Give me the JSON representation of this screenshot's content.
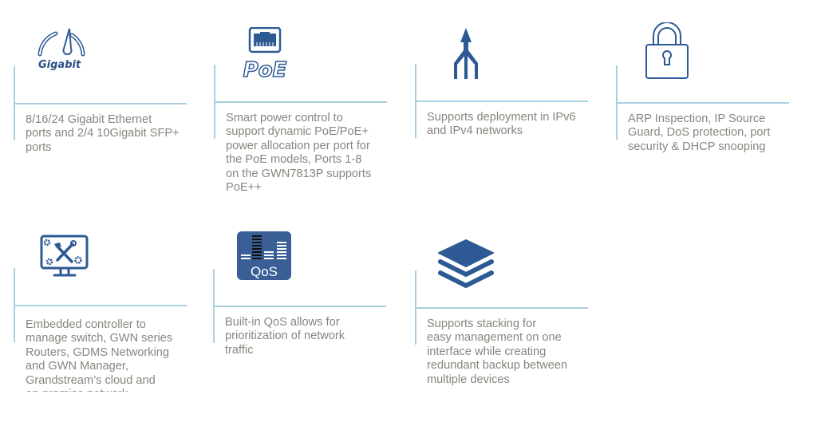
{
  "accent_color": "#2d5a94",
  "line_color": "#a9cfe0",
  "text_color": "#8a847e",
  "features": [
    {
      "icon": "gigabit-gauge-icon",
      "icon_label": "Gigabit",
      "text": "8/16/24 Gigabit Ethernet\nports and 2/4 10Gigabit SFP+\nports"
    },
    {
      "icon": "poe-icon",
      "icon_label": "PoE",
      "text": "Smart power control to\nsupport dynamic PoE/PoE+\npower allocation per port for\nthe PoE models, Ports 1-8\non the GWN7813P supports\nPoE++"
    },
    {
      "icon": "ipv6-arrow-icon",
      "text": "Supports deployment in IPv6\nand IPv4 networks"
    },
    {
      "icon": "lock-icon",
      "text": "ARP Inspection, IP Source\nGuard, DoS protection, port\nsecurity & DHCP snooping"
    },
    {
      "icon": "monitor-tools-icon",
      "text": "Embedded controller to\nmanage switch, GWN series\nRouters, GDMS Networking\nand GWN Manager,\nGrandstream’s cloud and\non-premise network"
    },
    {
      "icon": "qos-icon",
      "icon_label": "QoS",
      "text": "Built-in QoS allows for\nprioritization of network\ntraffic"
    },
    {
      "icon": "stack-layers-icon",
      "text": "Supports stacking for\neasy management on one\ninterface while creating\nredundant backup between\nmultiple devices"
    }
  ]
}
